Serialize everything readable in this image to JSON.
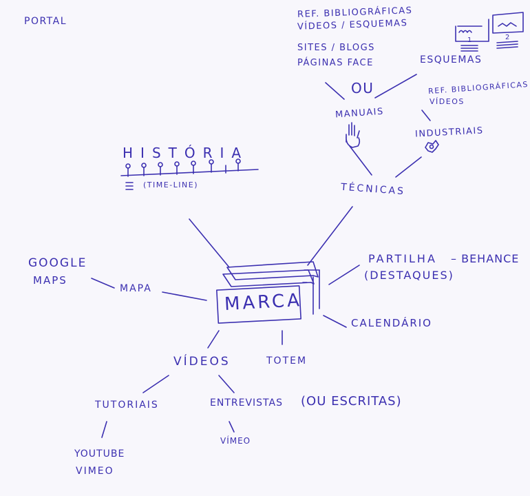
{
  "title": "PORTAL",
  "center": {
    "label": "MARCA"
  },
  "history": {
    "label": "HISTÓRIA",
    "timeline": "(TIME-LINE)"
  },
  "tecnicas": {
    "label": "TÉCNICAS",
    "manuais": "MANUAIS",
    "ou": "OU",
    "industriais": "INDUSTRIAIS",
    "left_list": [
      "REF. BIBLIOGRÁFICAS",
      "VÍDEOS / ESQUEMAS",
      "SITES / BLOGS",
      "PÁGINAS FACE"
    ],
    "esquemas": "ESQUEMAS",
    "right_list": [
      "REF. BIBLIOGRÁFICAS",
      "VÍDEOS"
    ],
    "sketch_nums": [
      "1",
      "2"
    ]
  },
  "partilha": {
    "label": "PARTILHA",
    "sub": "(DESTAQUES)",
    "link": "– BEHANCE"
  },
  "calendario": "CALENDÁRIO",
  "totem": "TOTEM",
  "mapa": {
    "label": "MAPA",
    "google": [
      "GOOGLE",
      "MAPS"
    ]
  },
  "videos": {
    "label": "VÍDEOS",
    "tutoriais": "TUTORIAIS",
    "tutoriais_sub": [
      "YOUTUBE",
      "VIMEO"
    ],
    "entrevistas": "ENTREVISTAS",
    "entrevistas_note": "(OU ESCRITAS)",
    "entrevistas_sub": "VÍMEO"
  }
}
